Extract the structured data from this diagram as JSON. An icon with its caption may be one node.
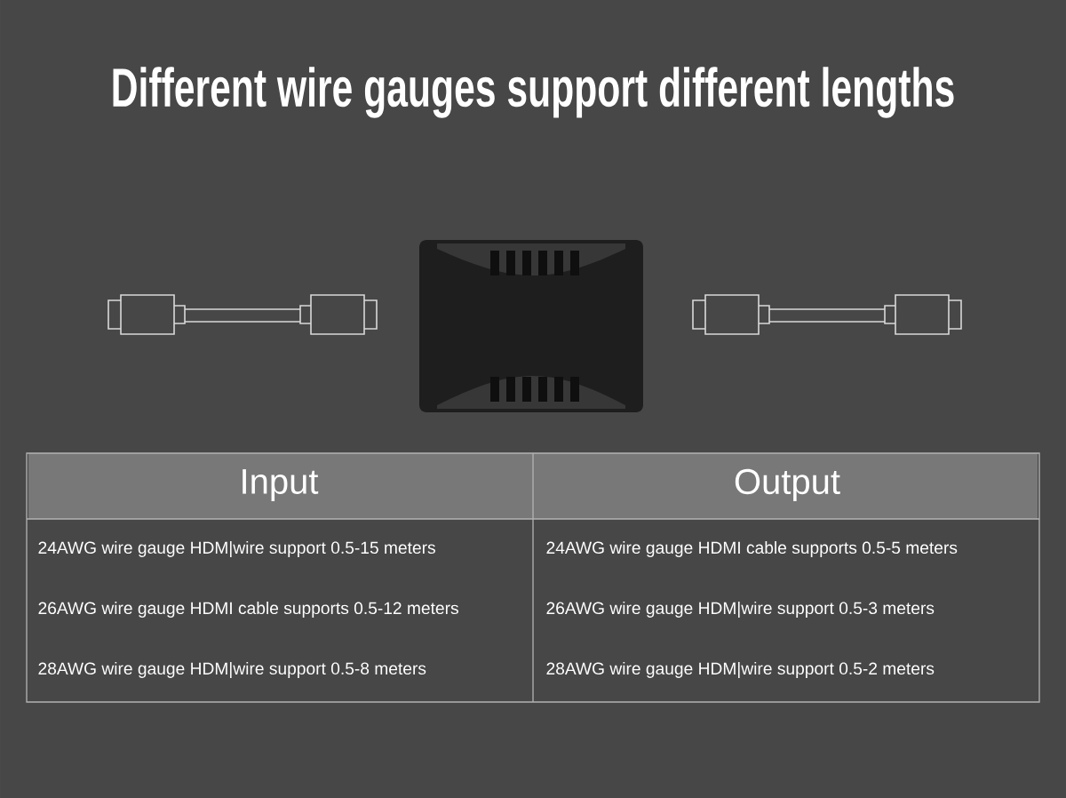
{
  "diagram": {
    "title": "Different wire gauges support different lengths",
    "labels": [
      "Input",
      "Output",
      "24AWG wire gauge HDM|wire support 0.5-15 meters",
      "24AWG wire gauge HDMI cable supports 0.5-5 meters",
      "26AWG wire gauge HDMI cable supports 0.5-12 meters",
      "26AWG wire gauge HDM|wire support 0.5-3 meters",
      "28AWG wire gauge HDM|wire support 0.5-8 meters",
      "28AWG wire gauge HDM|wire support 0.5-2 meters"
    ]
  }
}
